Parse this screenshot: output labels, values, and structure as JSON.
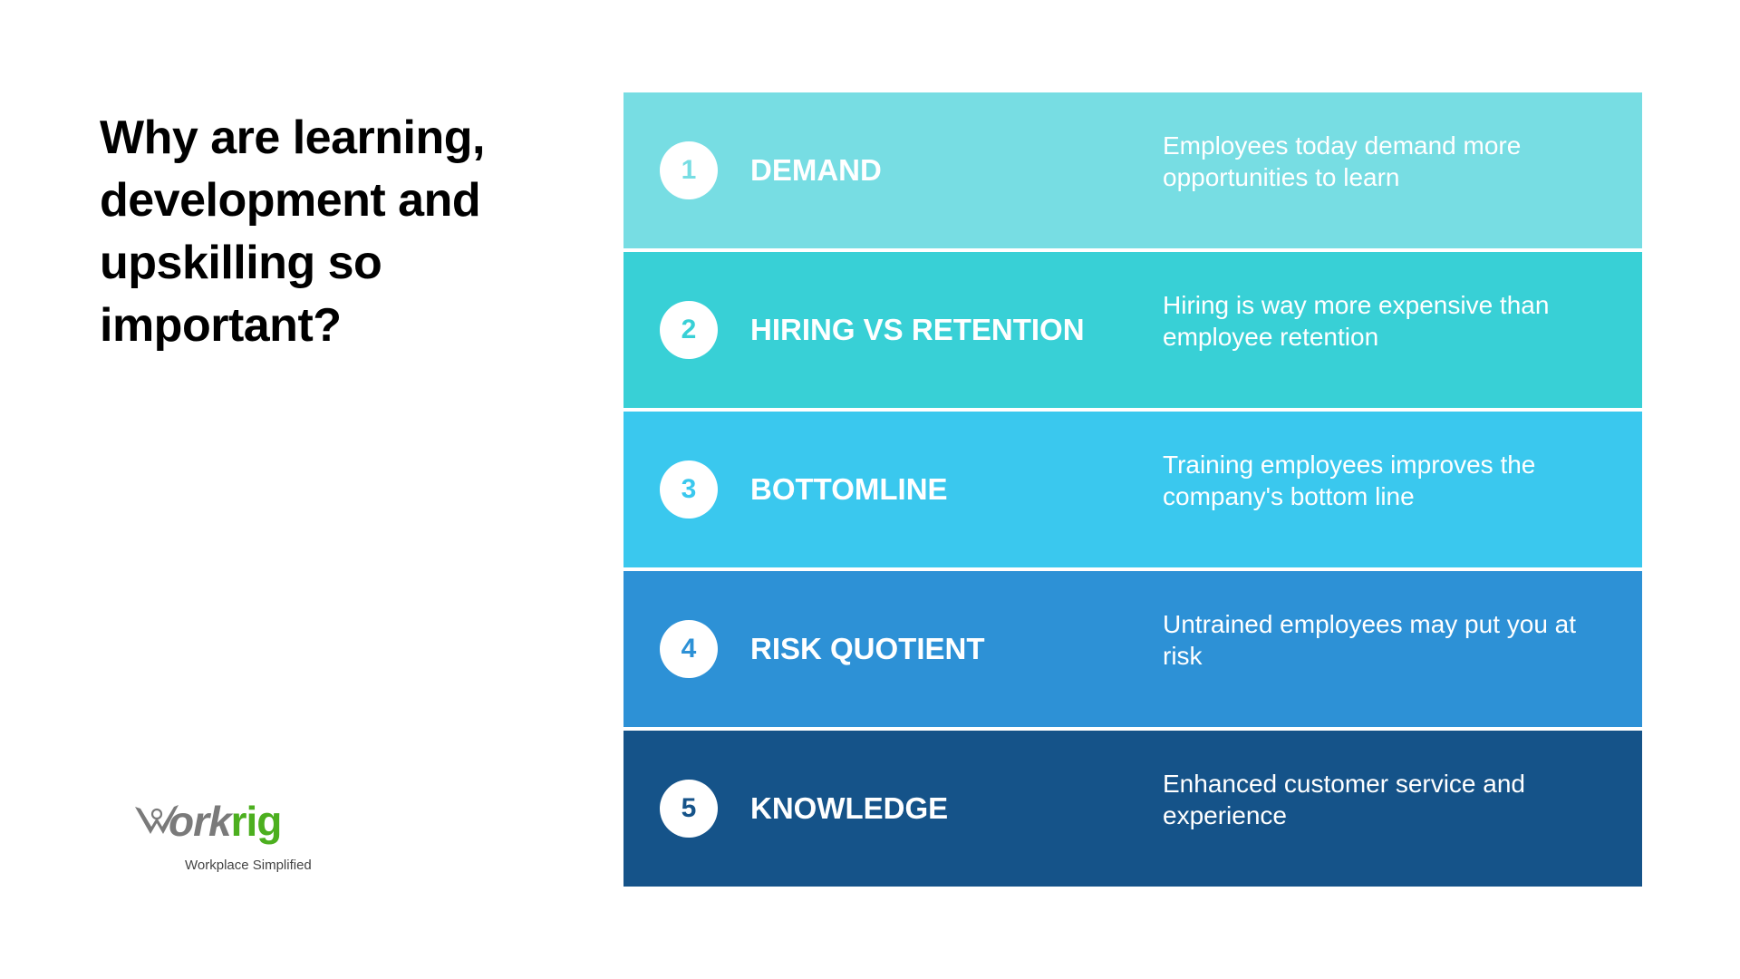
{
  "title": "Why are learning, development and upskilling so important?",
  "logo": {
    "mark_icon": "person-arms-raised-w-icon",
    "word_part1": "ork",
    "word_part2": "rig",
    "tagline": "Workplace Simplified",
    "colors": {
      "gray": "#7a7a7a",
      "green": "#4caf1f"
    }
  },
  "rows": [
    {
      "number": "1",
      "heading": "DEMAND",
      "description": "Employees today demand more opportunities to learn",
      "color": "#77dde3"
    },
    {
      "number": "2",
      "heading": "HIRING VS RETENTION",
      "description": "Hiring is way more expensive than employee retention",
      "color": "#38d0d6"
    },
    {
      "number": "3",
      "heading": "BOTTOMLINE",
      "description": "Training employees improves the company's bottom line",
      "color": "#3ac8ee"
    },
    {
      "number": "4",
      "heading": "RISK QUOTIENT",
      "description": "Untrained employees may put you at risk",
      "color": "#2d91d6"
    },
    {
      "number": "5",
      "heading": "KNOWLEDGE",
      "description": "Enhanced customer service and experience",
      "color": "#155389"
    }
  ]
}
